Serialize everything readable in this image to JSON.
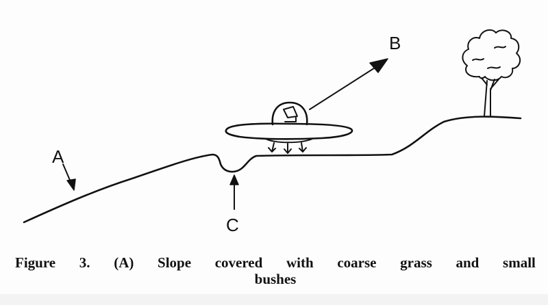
{
  "diagram": {
    "labels": {
      "a": "A",
      "b": "B",
      "c": "C"
    }
  },
  "caption": {
    "words_line1": [
      "Figure",
      "3.",
      "(A)",
      "Slope",
      "covered",
      "with",
      "coarse",
      "grass",
      "and",
      "small"
    ],
    "line2": "bushes"
  }
}
